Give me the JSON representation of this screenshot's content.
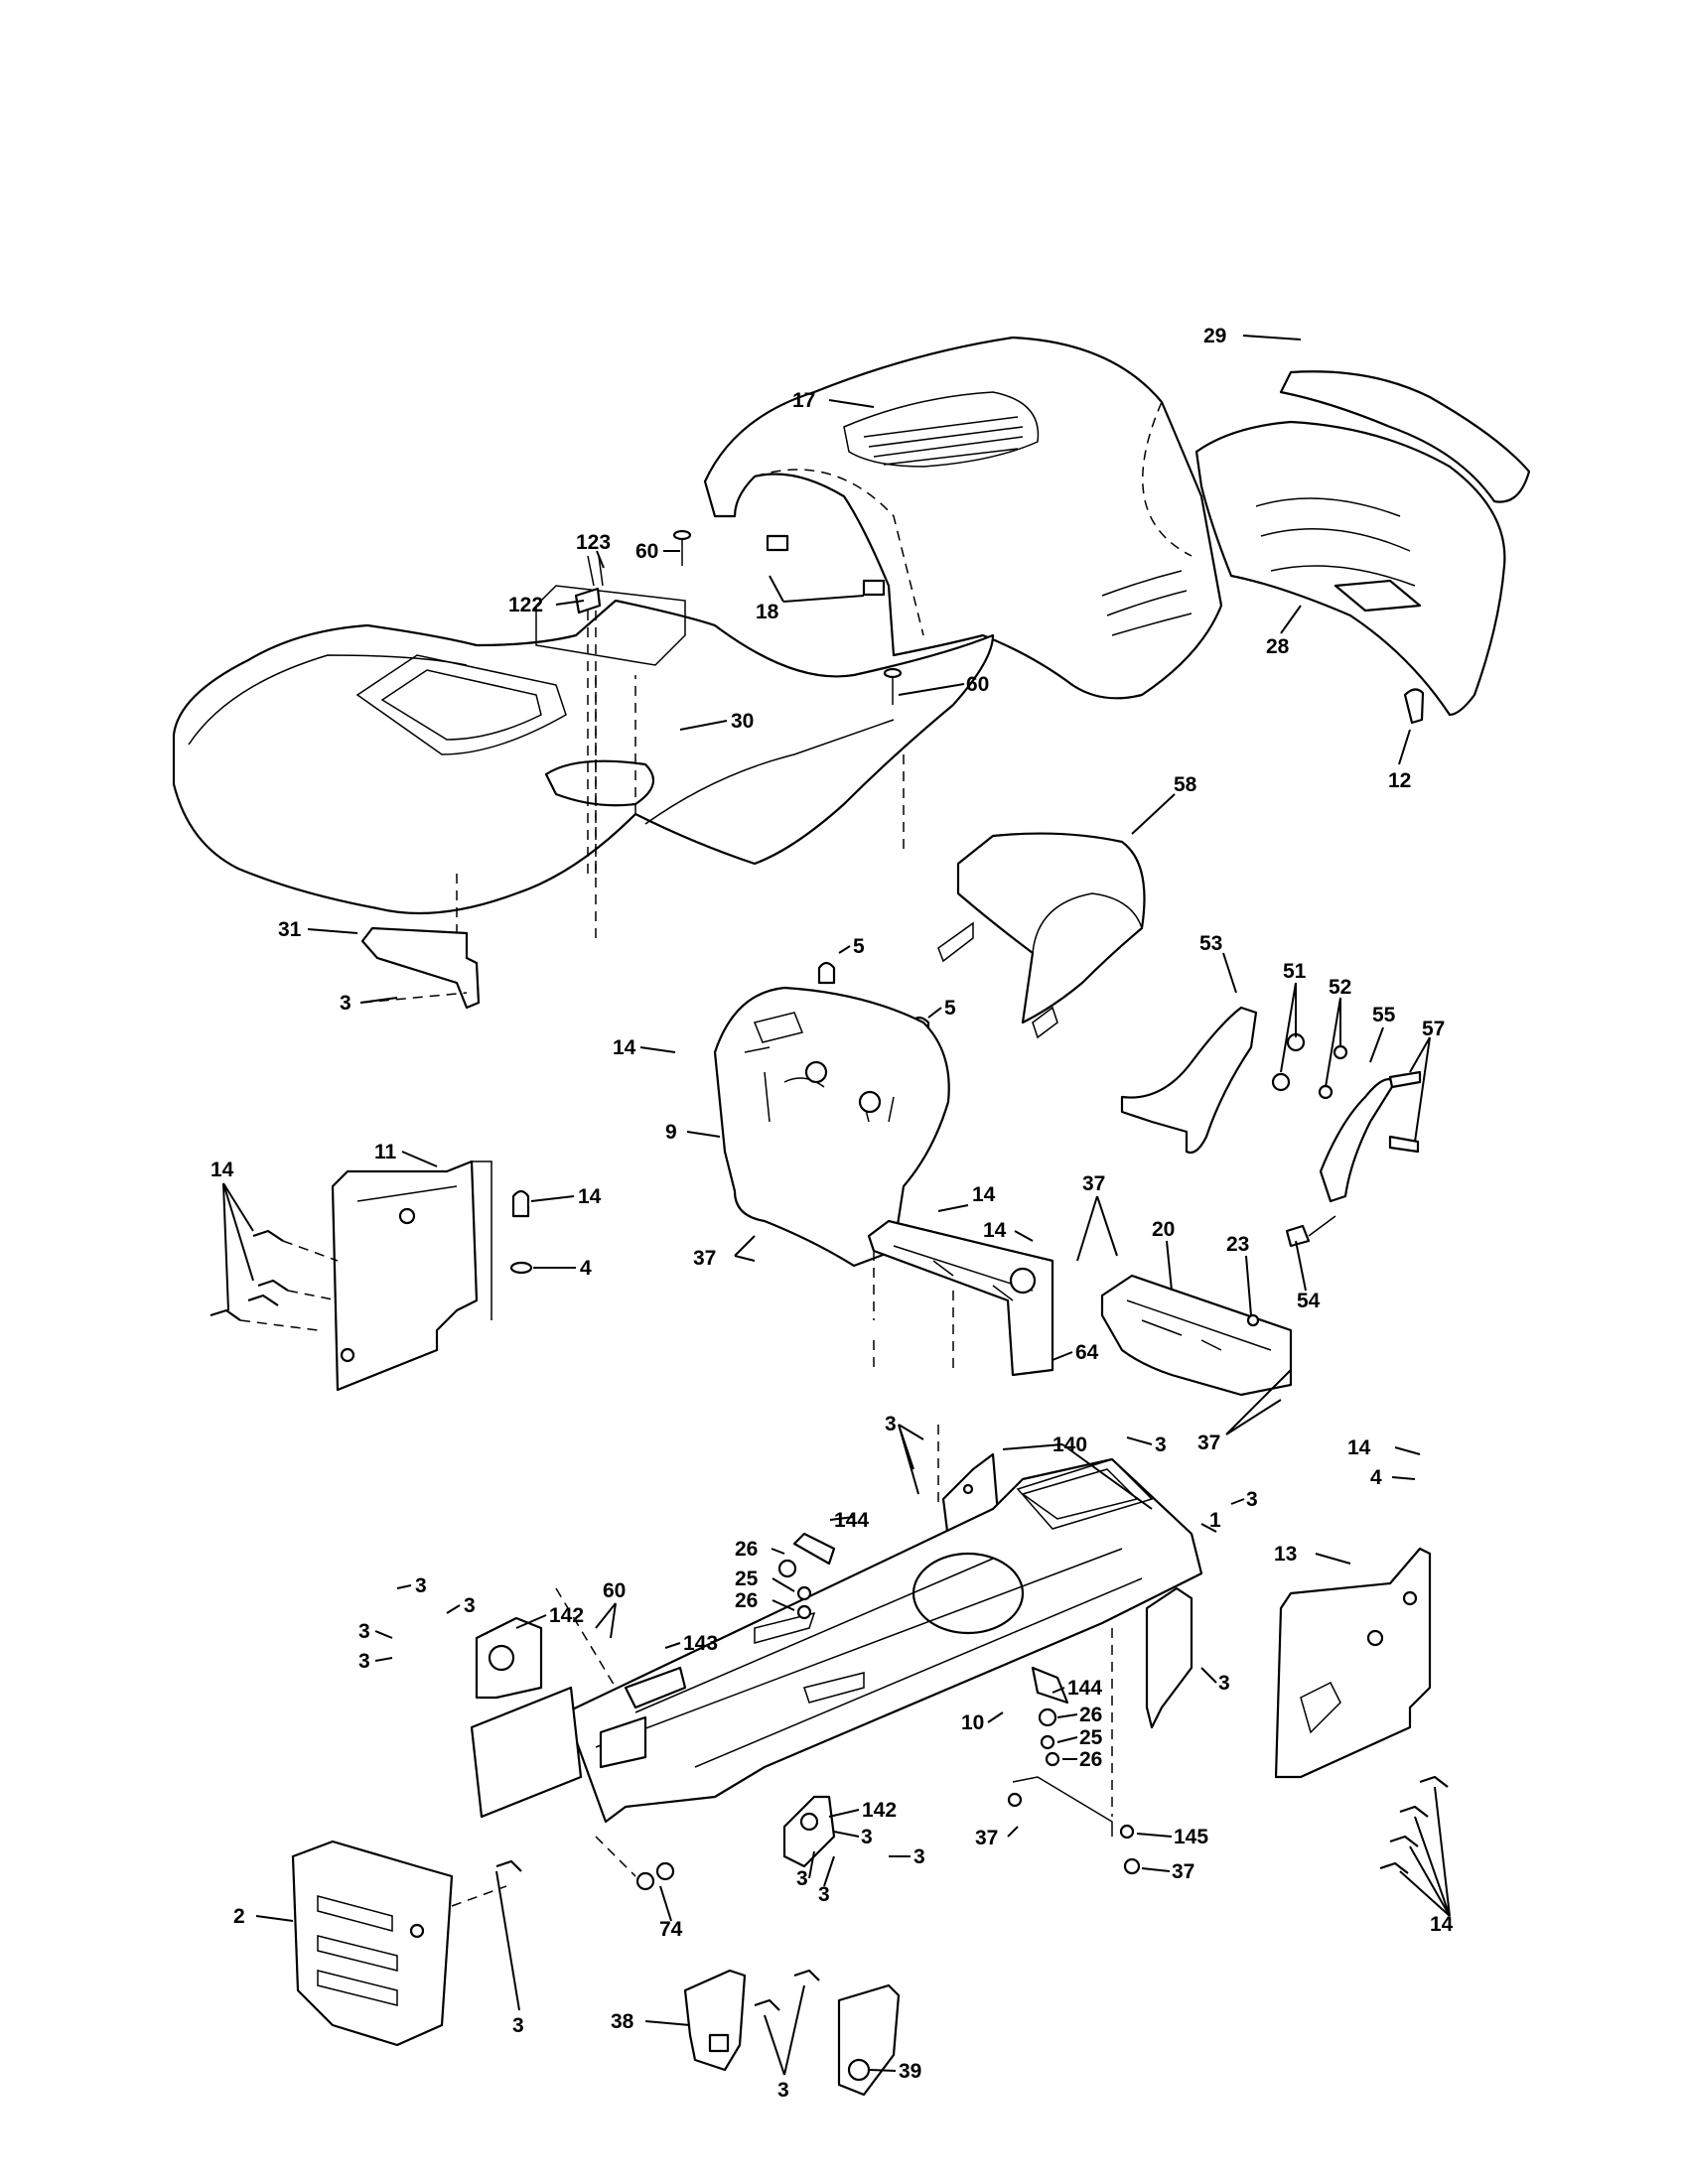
{
  "colors": {
    "ink": "#000000",
    "paper": "#ffffff"
  },
  "callouts": [
    {
      "id": "c17",
      "text": "17"
    },
    {
      "id": "c29",
      "text": "29"
    },
    {
      "id": "c123",
      "text": "123"
    },
    {
      "id": "c60a",
      "text": "60"
    },
    {
      "id": "c122",
      "text": "122"
    },
    {
      "id": "c18",
      "text": "18"
    },
    {
      "id": "c28",
      "text": "28"
    },
    {
      "id": "c60b",
      "text": "60"
    },
    {
      "id": "c30",
      "text": "30"
    },
    {
      "id": "c12",
      "text": "12"
    },
    {
      "id": "c58",
      "text": "58"
    },
    {
      "id": "c31",
      "text": "31"
    },
    {
      "id": "c3a",
      "text": "3"
    },
    {
      "id": "c5a",
      "text": "5"
    },
    {
      "id": "c53",
      "text": "53"
    },
    {
      "id": "c5b",
      "text": "5"
    },
    {
      "id": "c51",
      "text": "51"
    },
    {
      "id": "c52",
      "text": "52"
    },
    {
      "id": "c55",
      "text": "55"
    },
    {
      "id": "c57",
      "text": "57"
    },
    {
      "id": "c14a",
      "text": "14"
    },
    {
      "id": "c9",
      "text": "9"
    },
    {
      "id": "c14b",
      "text": "14"
    },
    {
      "id": "c11",
      "text": "11"
    },
    {
      "id": "c14c",
      "text": "14"
    },
    {
      "id": "c14d",
      "text": "14"
    },
    {
      "id": "c37a",
      "text": "37"
    },
    {
      "id": "c14e",
      "text": "14"
    },
    {
      "id": "c4a",
      "text": "4"
    },
    {
      "id": "c37b",
      "text": "37"
    },
    {
      "id": "c20",
      "text": "20"
    },
    {
      "id": "c23",
      "text": "23"
    },
    {
      "id": "c54",
      "text": "54"
    },
    {
      "id": "c64",
      "text": "64"
    },
    {
      "id": "c37c",
      "text": "37"
    },
    {
      "id": "c3b",
      "text": "3"
    },
    {
      "id": "c140",
      "text": "140"
    },
    {
      "id": "c3c",
      "text": "3"
    },
    {
      "id": "c14f",
      "text": "14"
    },
    {
      "id": "c4b",
      "text": "4"
    },
    {
      "id": "c3d",
      "text": "3"
    },
    {
      "id": "c1",
      "text": "1"
    },
    {
      "id": "c144a",
      "text": "144"
    },
    {
      "id": "c26a",
      "text": "26"
    },
    {
      "id": "c25a",
      "text": "25"
    },
    {
      "id": "c26b",
      "text": "26"
    },
    {
      "id": "c13",
      "text": "13"
    },
    {
      "id": "c3e",
      "text": "3"
    },
    {
      "id": "c3f",
      "text": "3"
    },
    {
      "id": "c142a",
      "text": "142"
    },
    {
      "id": "c60c",
      "text": "60"
    },
    {
      "id": "c3g",
      "text": "3"
    },
    {
      "id": "c143",
      "text": "143"
    },
    {
      "id": "c3h",
      "text": "3"
    },
    {
      "id": "c3i",
      "text": "3"
    },
    {
      "id": "c144b",
      "text": "144"
    },
    {
      "id": "c26c",
      "text": "26"
    },
    {
      "id": "c10",
      "text": "10"
    },
    {
      "id": "c25b",
      "text": "25"
    },
    {
      "id": "c26d",
      "text": "26"
    },
    {
      "id": "c142b",
      "text": "142"
    },
    {
      "id": "c3j",
      "text": "3"
    },
    {
      "id": "c37d",
      "text": "37"
    },
    {
      "id": "c145",
      "text": "145"
    },
    {
      "id": "c3k",
      "text": "3"
    },
    {
      "id": "c37e",
      "text": "37"
    },
    {
      "id": "c3l",
      "text": "3"
    },
    {
      "id": "c3m",
      "text": "3"
    },
    {
      "id": "c2",
      "text": "2"
    },
    {
      "id": "c74",
      "text": "74"
    },
    {
      "id": "c14g",
      "text": "14"
    },
    {
      "id": "c3n",
      "text": "3"
    },
    {
      "id": "c38",
      "text": "38"
    },
    {
      "id": "c39",
      "text": "39"
    },
    {
      "id": "c3o",
      "text": "3"
    }
  ]
}
